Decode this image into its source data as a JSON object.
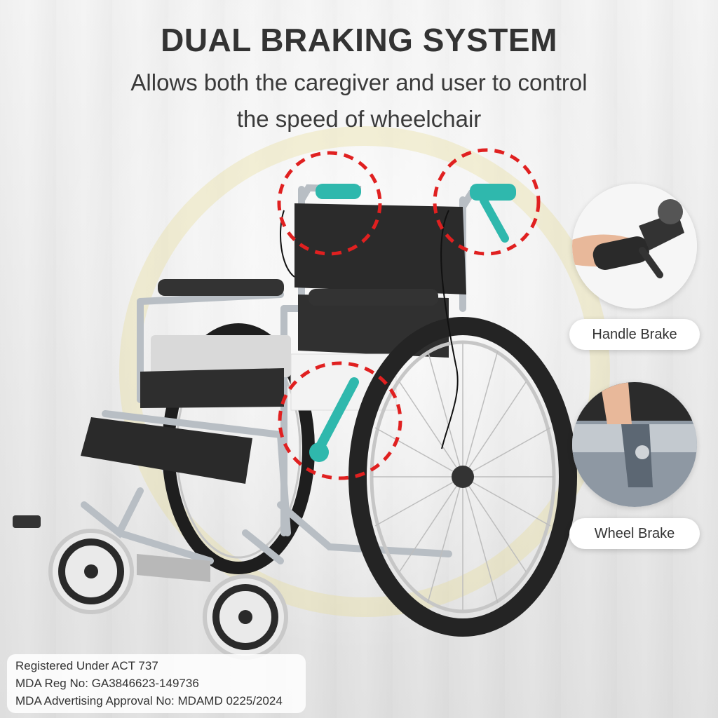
{
  "heading": {
    "title": "DUAL BRAKING SYSTEM",
    "subtitle_line1": "Allows both the caregiver and user to control",
    "subtitle_line2": "the speed of wheelchair"
  },
  "features": [
    {
      "label": "Handle Brake",
      "icon": "hand-gripping-brake-lever-photo"
    },
    {
      "label": "Wheel Brake",
      "icon": "hand-pushing-wheel-lock-photo"
    }
  ],
  "registration": {
    "line1": "Registered Under ACT 737",
    "line2": "MDA Reg No: GA3846623-149736",
    "line3": "MDA Advertising Approval No: MDAMD 0225/2024"
  },
  "colors": {
    "highlight_ring": "#e02020",
    "brake_lever": "#2fb8ad",
    "upholstery": "#2b2b2b",
    "frame": "#b8bec4",
    "watermark": "#e8de96"
  }
}
